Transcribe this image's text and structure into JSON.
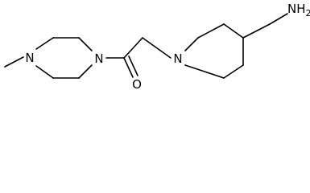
{
  "molecule": {
    "atoms": {
      "methyl_label": "",
      "n_methyl": "N",
      "n_amide": "N",
      "oxygen": "O",
      "n_piperidine": "N",
      "amine": "NH",
      "amine_subscript": "2"
    },
    "colors": {
      "bond": "#000000",
      "text": "#000000",
      "background": "#ffffff"
    }
  }
}
